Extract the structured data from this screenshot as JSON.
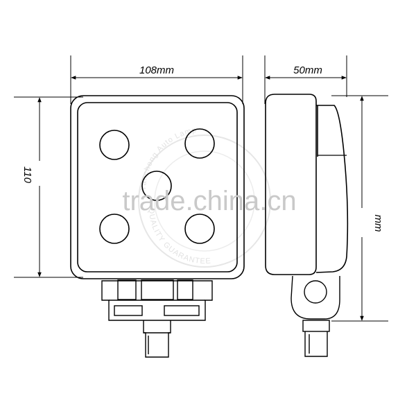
{
  "dimensions": {
    "width_label": "108mm",
    "depth_label": "50mm",
    "height_label_left": "110",
    "height_label_right": "mm"
  },
  "watermark": {
    "text": "trade.china.cn"
  },
  "seal": {
    "top_text": "Yancheng Auto Lamp",
    "bottom_text": "QUALITY GUARANTEE"
  },
  "colors": {
    "line": "#000000",
    "watermark": "#c9c9c9"
  }
}
